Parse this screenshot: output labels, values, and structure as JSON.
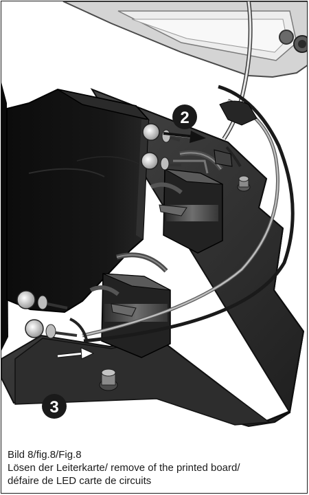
{
  "figure": {
    "step_badges": [
      {
        "label": "2"
      },
      {
        "label": "3"
      }
    ]
  },
  "caption": {
    "figure_ref": "Bild 8/fig.8/Fig.8",
    "line_1": "Lösen der Leiterkarte/ remove of the printed board/",
    "line_2": "défaire de LED carte de circuits"
  }
}
